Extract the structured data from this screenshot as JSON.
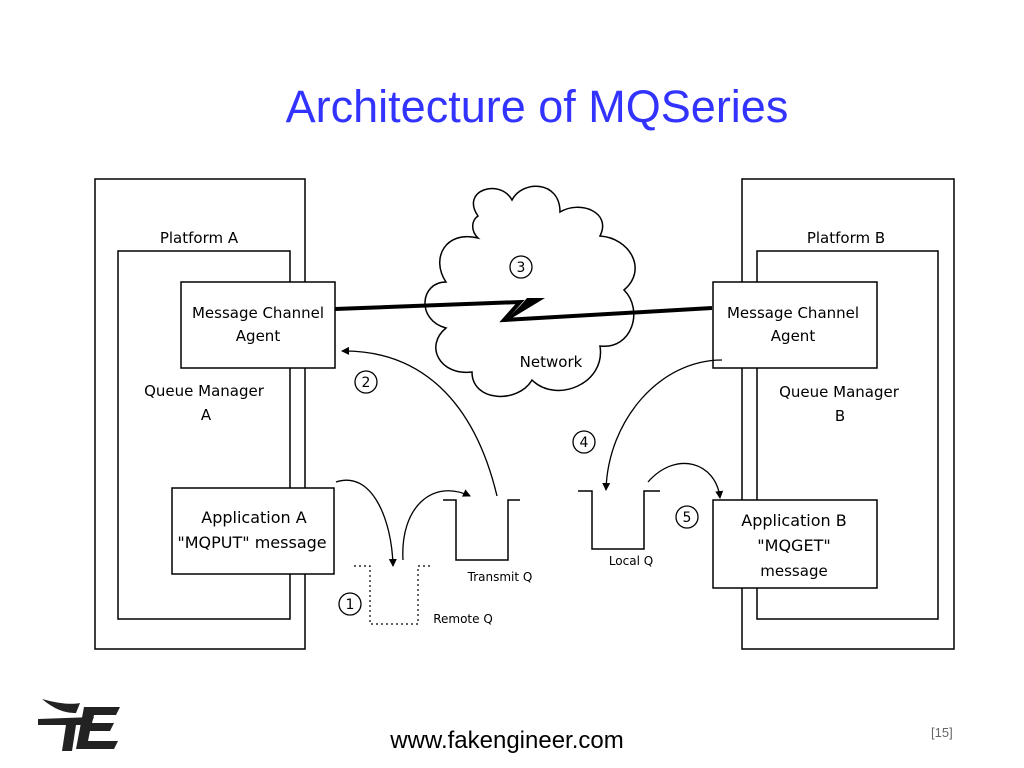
{
  "title": "Architecture of MQSeries",
  "platform_a": {
    "label": "Platform A",
    "queue_manager": [
      "Queue Manager",
      "A"
    ],
    "mca": [
      "Message Channel",
      "Agent"
    ],
    "app": [
      "Application A",
      "\"MQPUT\" message"
    ]
  },
  "platform_b": {
    "label": "Platform B",
    "queue_manager": [
      "Queue Manager",
      "B"
    ],
    "mca": [
      "Message Channel",
      "Agent"
    ],
    "app": [
      "Application B",
      "\"MQGET\"",
      "message"
    ]
  },
  "network": {
    "label": "Network"
  },
  "queues": {
    "remote": "Remote Q",
    "transmit": "Transmit Q",
    "local": "Local Q"
  },
  "steps": [
    "1",
    "2",
    "3",
    "4",
    "5"
  ],
  "footer": {
    "url": "www.fakengineer.com",
    "page": "[15]"
  }
}
